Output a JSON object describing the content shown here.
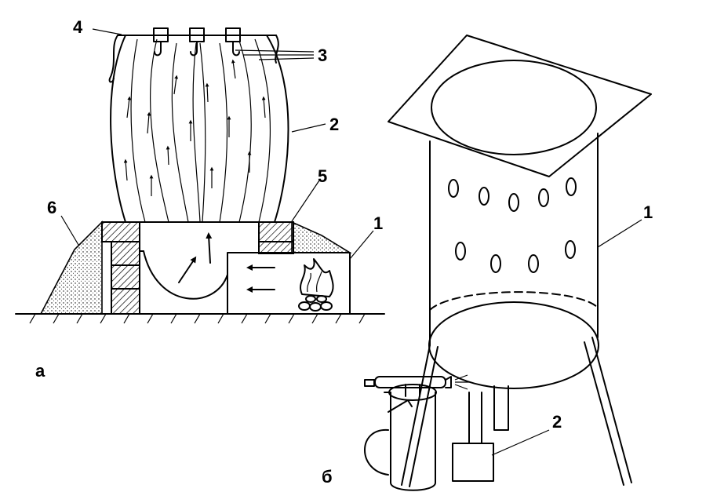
{
  "figure_a": {
    "caption": "а",
    "labels": {
      "l1": "1",
      "l2": "2",
      "l3": "3",
      "l4": "4",
      "l5": "5",
      "l6": "6"
    }
  },
  "figure_b": {
    "caption": "б",
    "labels": {
      "l1": "1",
      "l2": "2"
    }
  }
}
